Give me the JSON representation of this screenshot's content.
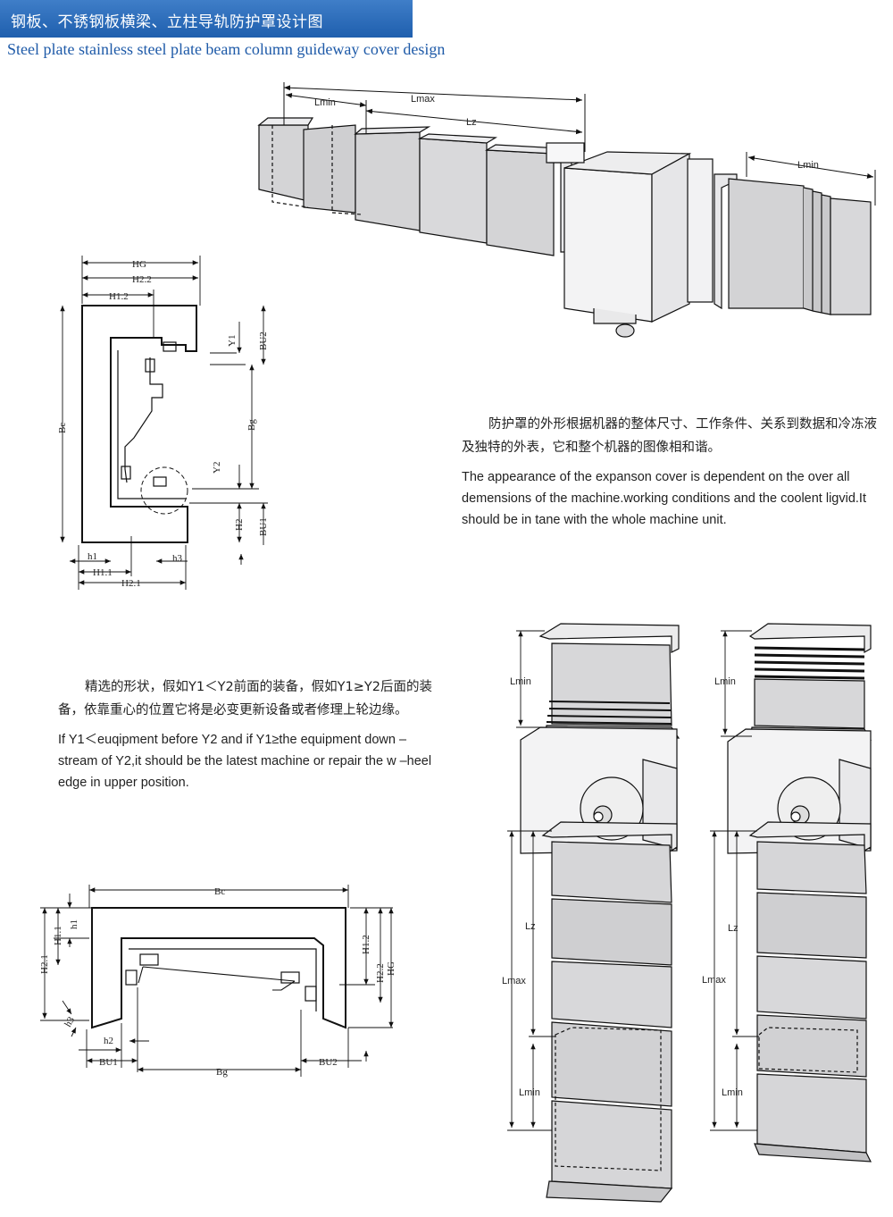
{
  "header": {
    "title_cn": "钢板、不锈钢板横梁、立柱导轨防护罩设计图",
    "title_en": "Steel plate stainless steel plate beam column guideway cover design"
  },
  "paragraph_right": {
    "cn": "防护罩的外形根据机器的整体尺寸、工作条件、关系到数据和冷冻液及独特的外表，它和整个机器的图像相和谐。",
    "en": "The appearance of the expanson cover is dependent on the over all demensions of the machine.working conditions and the coolent ligvid.It should be in tane with the whole machine unit."
  },
  "paragraph_left": {
    "cn": "精选的形状，假如Y1＜Y2前面的装备，假如Y1≥Y2后面的装备，依靠重心的位置它将是必变更新设备或者修理上轮边缘。",
    "en": "If Y1＜euqipment before Y2 and if Y1≥the equipment down –stream of Y2,it should be the latest machine or repair the w –heel edge in upper position."
  },
  "horizontal_cover": {
    "lmin": "Lmin",
    "lmax": "Lmax",
    "lz": "Lz",
    "lmin_right": "Lmin"
  },
  "profile_a": {
    "hg": "HG",
    "h22": "H2.2",
    "h12": "H1.2",
    "bc": "Bc",
    "y1": "Y1",
    "bu2": "BU2",
    "bg": "Bg",
    "y2": "Y2",
    "h2": "H2",
    "bu1": "BU1",
    "h1": "h1",
    "h11": "H1.1",
    "h3": "h3",
    "h21": "H2.1"
  },
  "profile_b": {
    "bc": "Bc",
    "h1": "h1",
    "h11": "H1.1",
    "h21": "H2.1",
    "h3": "h3",
    "h2": "h2",
    "bu1": "BU1",
    "bg": "Bg",
    "bu2": "BU2",
    "h12": "H1.2",
    "h22": "H2.2",
    "hg": "HG"
  },
  "vertical_left": {
    "lmin_top": "Lmin",
    "lz": "Lz",
    "lmax": "Lmax",
    "lmin_bottom": "Lmin"
  },
  "vertical_right": {
    "lmin_top": "Lmin",
    "lz": "Lz",
    "lmax": "Lmax",
    "lmin_bottom": "Lmin"
  }
}
